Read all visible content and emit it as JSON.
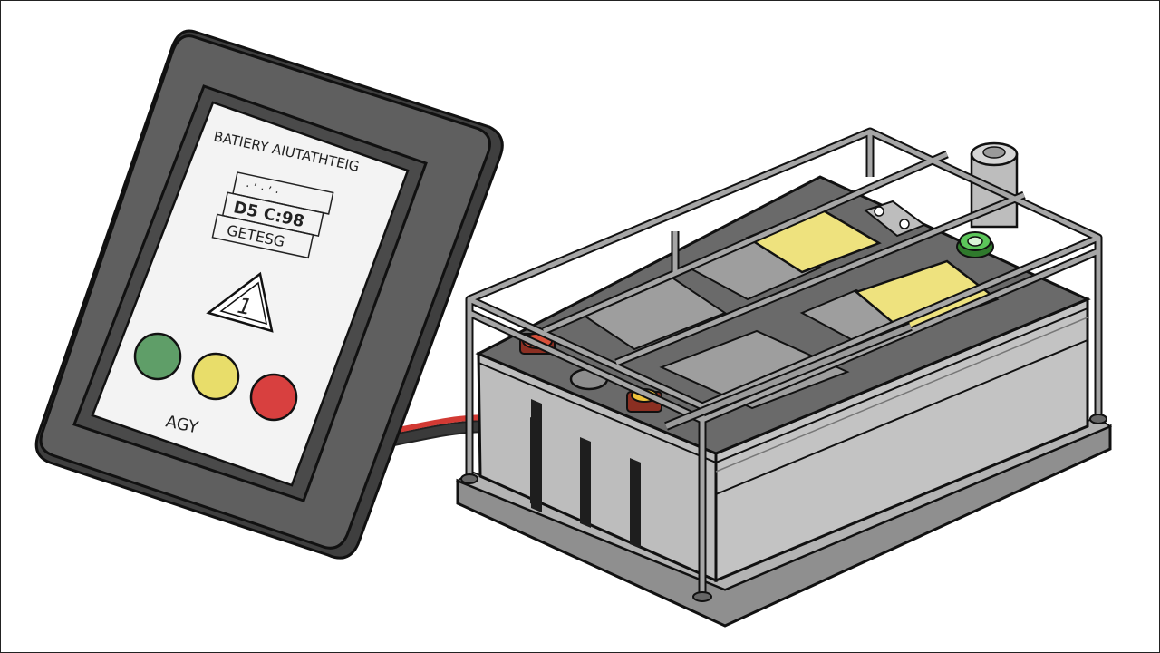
{
  "monitor": {
    "title": "BATIERY AIUTATHTEIG",
    "line1": "·  ’  ·  ’  ·",
    "line2": "D5 C:98",
    "line3": "GETESG",
    "warning_symbol": "1",
    "footer": "AGY",
    "lights": [
      {
        "name": "green",
        "color": "#5f9e68"
      },
      {
        "name": "yellow",
        "color": "#e8dd6a"
      },
      {
        "name": "red",
        "color": "#d8403f"
      }
    ],
    "case_color": "#5f5f5f",
    "screen_color": "#f3f3f3"
  },
  "battery": {
    "body_color": "#bdbdbd",
    "top_color": "#6a6a6a",
    "label_color": "#eee27e",
    "terminal_positive_color": "#d8503a",
    "terminal_green_color": "#5cc65a",
    "terminal_yellow_color": "#f0c23a"
  },
  "cable_color": "#d23a34"
}
